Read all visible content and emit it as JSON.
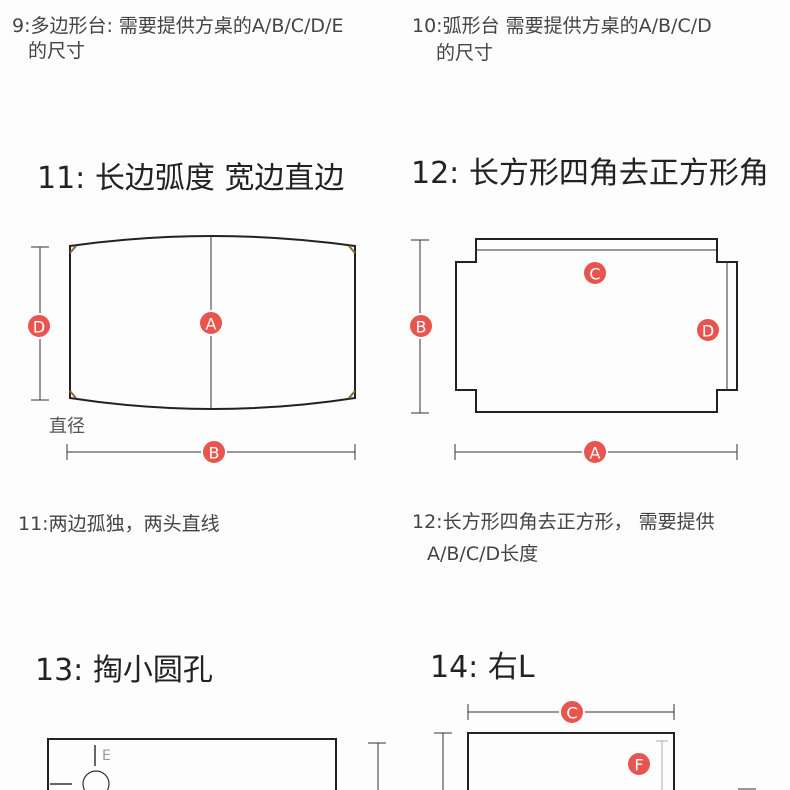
{
  "captions": {
    "c9_line1": "9:多边形台: 需要提供方桌的A/B/C/D/E",
    "c9_line2": "的尺寸",
    "c10_line1": "10:弧形台 需要提供方桌的A/B/C/D",
    "c10_line2": "的尺寸",
    "c11": "11:两边孤独，两头直线",
    "c12_line1": "12:长方形四角去正方形， 需要提供",
    "c12_line2": "A/B/C/D长度"
  },
  "headings": {
    "h11": "11: 长边弧度  宽边直边",
    "h12": "12: 长方形四角去正方形角",
    "h13": "13: 掏小圆孔",
    "h14": "14: 右L"
  },
  "diagram11": {
    "label_diameter": "直径",
    "markers": {
      "d": "D",
      "a": "A",
      "b": "B"
    }
  },
  "diagram12": {
    "markers": {
      "c": "C",
      "b": "B",
      "d": "D",
      "a": "A"
    }
  },
  "diagram13": {
    "label_e": "E"
  },
  "diagram14": {
    "markers": {
      "c": "C",
      "f": "F"
    }
  },
  "colors": {
    "marker_fill": "#e8554e",
    "line": "#333333",
    "background": "#fdfdfd"
  }
}
